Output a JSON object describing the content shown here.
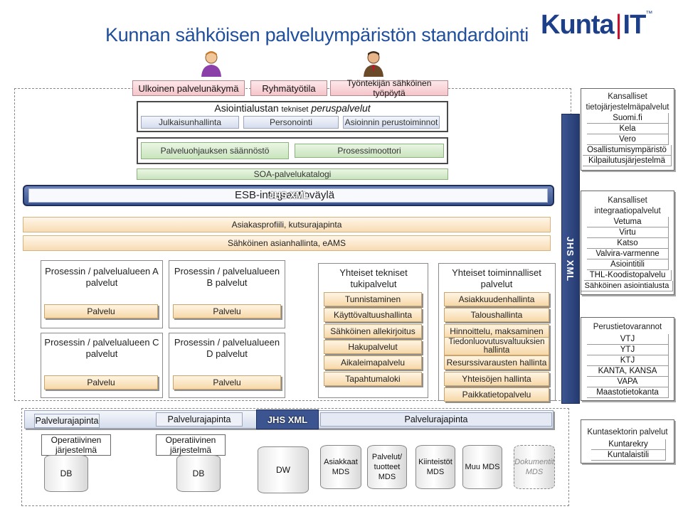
{
  "title": "Kunnan sähköisen palveluympäristön standardointi",
  "logo": {
    "main": "Kunta",
    "suffix": "IT",
    "tm": "™"
  },
  "top_tabs": [
    "Ulkoinen palvelunäkymä",
    "Ryhmätyötila",
    "Työntekijän sähköinen työpöytä"
  ],
  "asiointi": {
    "heading_a": "Asiointialustan",
    "heading_b": "tekniset",
    "heading_c": "peruspalvelut",
    "row1": [
      "Julkaisunhallinta",
      "Personointi",
      "Asioinnin perustoiminnot"
    ],
    "row2": [
      "Palveluohjauksen säännöstö",
      "Prosessimoottori"
    ],
    "soa": "SOA-palvelukatalogi"
  },
  "esb": {
    "label": "ESB-integraatioväylä",
    "overlay": "JHS XML"
  },
  "bars": [
    "Asiakasprofiili, kutsurajapinta",
    "Sähköinen asianhallinta, eAMS"
  ],
  "processes": [
    {
      "title": "Prosessin / palvelualueen A palvelut",
      "service": "Palvelu"
    },
    {
      "title": "Prosessin / palvelualueen B palvelut",
      "service": "Palvelu"
    },
    {
      "title": "Prosessin / palvelualueen C palvelut",
      "service": "Palvelu"
    },
    {
      "title": "Prosessin / palvelualueen D palvelut",
      "service": "Palvelu"
    }
  ],
  "tech_support": {
    "title": "Yhteiset tekniset tukipalvelut",
    "items": [
      "Tunnistaminen",
      "Käyttövaltuushallinta",
      "Sähköinen allekirjoitus",
      "Hakupalvelut",
      "Aikaleimapalvelu",
      "Tapahtumaloki"
    ]
  },
  "func_services": {
    "title": "Yhteiset toiminnalliset palvelut",
    "items": [
      "Asiakkuudenhallinta",
      "Taloushallinta",
      "Hinnoittelu, maksaminen",
      "Tiedonluovutusvaltuuksien hallinta",
      "Resurssivarausten hallinta",
      "Yhteisöjen hallinta",
      "Paikkatietopalvelu"
    ]
  },
  "vertical_bar": "JHS XML",
  "side_panels": [
    {
      "title": "Kansalliset tietojärjestelmäpalvelut",
      "items": [
        "Suomi.fi",
        "Kela",
        "Vero",
        "Osallistumisympäristö",
        "Kilpailutusjärjestelmä"
      ]
    },
    {
      "title": "Kansalliset integraatiopalvelut",
      "items": [
        "Vetuma",
        "Virtu",
        "Katso",
        "Valvira-varmenne",
        "Asiointitili",
        "THL-Koodistopalvelu",
        "Sähköinen asiointialusta"
      ]
    },
    {
      "title": "Perustietovarannot",
      "items": [
        "VTJ",
        "YTJ",
        "KTJ",
        "KANTA, KANSA",
        "VAPA",
        "Maastotietokanta"
      ]
    },
    {
      "title": "Kuntasektorin palvelut",
      "items": [
        "Kuntarekry",
        "Kuntalaistili"
      ]
    }
  ],
  "bottom": {
    "interfaces": [
      "Palvelurajapinta",
      "Palvelurajapinta",
      "Palvelurajapinta"
    ],
    "jhs": "JHS XML",
    "opsys": [
      "Operatiivinen järjestelmä",
      "Operatiivinen järjestelmä"
    ],
    "storages": [
      "DB",
      "DB",
      "DW",
      "Asiakkaat MDS",
      "Palvelut/ tuotteet MDS",
      "Kiinteistöt MDS",
      "Muu MDS",
      "Dokumentit MDS"
    ]
  },
  "colors": {
    "title": "#1f4e9c",
    "esb": "#3c5590",
    "accent_red": "#c8102e"
  }
}
